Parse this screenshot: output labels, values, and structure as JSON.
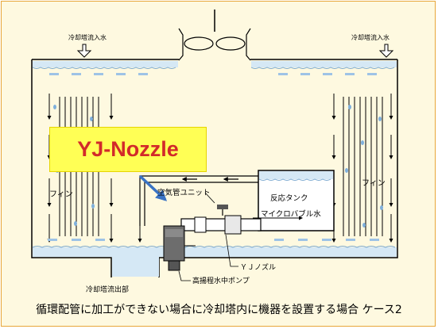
{
  "labels": {
    "inflow_left": "冷却塔流入水",
    "inflow_right": "冷却塔流入水",
    "fin_left": "フィン",
    "fin_right": "フィン",
    "air_unit": "空気管ユニット",
    "reaction_tank": "反応タンク",
    "microbubble": "マイクロバブル水",
    "yj_nozzle_jp": "ＹＪノズル",
    "pump": "高揚程水中ポンプ",
    "outflow": "冷却塔流出部"
  },
  "callout": {
    "text": "YJ-Nozzle"
  },
  "caption": "循環配管に加工ができない場合に冷却塔内に機器を設置する場合 ケース2",
  "colors": {
    "water": "#d5e8f5",
    "frame": "#e8a63a",
    "callout_bg": "#ffff55",
    "callout_text": "#d22a2a",
    "arrow": "#3a73c4"
  }
}
